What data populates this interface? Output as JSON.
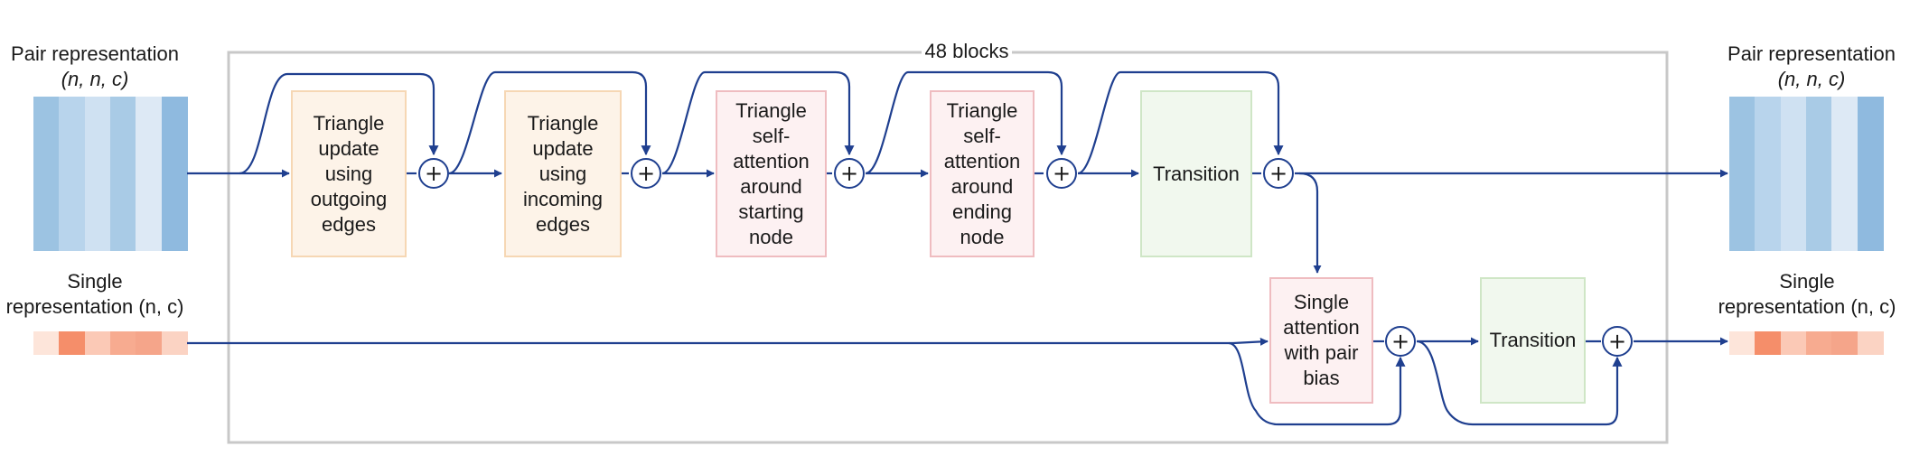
{
  "inputs": {
    "pair_title": "Pair representation",
    "pair_dims": "(n, n, c)",
    "single_title_line1": "Single",
    "single_title_line2": "representation (n, c)"
  },
  "outputs": {
    "pair_title": "Pair representation",
    "pair_dims": "(n, n, c)",
    "single_title_line1": "Single",
    "single_title_line2": "representation (n, c)"
  },
  "repeat_label": "48 blocks",
  "operator_symbol": "+",
  "pair_blocks": [
    {
      "lines": [
        "Triangle",
        "update",
        "using",
        "outgoing",
        "edges"
      ],
      "color": "orange"
    },
    {
      "lines": [
        "Triangle",
        "update",
        "using",
        "incoming",
        "edges"
      ],
      "color": "orange"
    },
    {
      "lines": [
        "Triangle",
        "self-",
        "attention",
        "around",
        "starting",
        "node"
      ],
      "color": "pink"
    },
    {
      "lines": [
        "Triangle",
        "self-",
        "attention",
        "around",
        "ending",
        "node"
      ],
      "color": "pink"
    },
    {
      "lines": [
        "Transition"
      ],
      "color": "green"
    }
  ],
  "single_blocks": [
    {
      "lines": [
        "Single",
        "attention",
        "with pair",
        "bias"
      ],
      "color": "pink"
    },
    {
      "lines": [
        "Transition"
      ],
      "color": "green"
    }
  ],
  "colors": {
    "arrow": "#1f3f8f",
    "frame": "#c8c8c8",
    "pair_heatmap": [
      "#9cc3e2",
      "#b8d4ec",
      "#cfe1f2",
      "#a9cbe6",
      "#dde9f5",
      "#8fbadf"
    ],
    "single_heatmap": [
      "#f5a58a",
      "#fbd3c3",
      "#fde5da",
      "#f58e6a",
      "#fbc9b6",
      "#f7ab90"
    ]
  }
}
